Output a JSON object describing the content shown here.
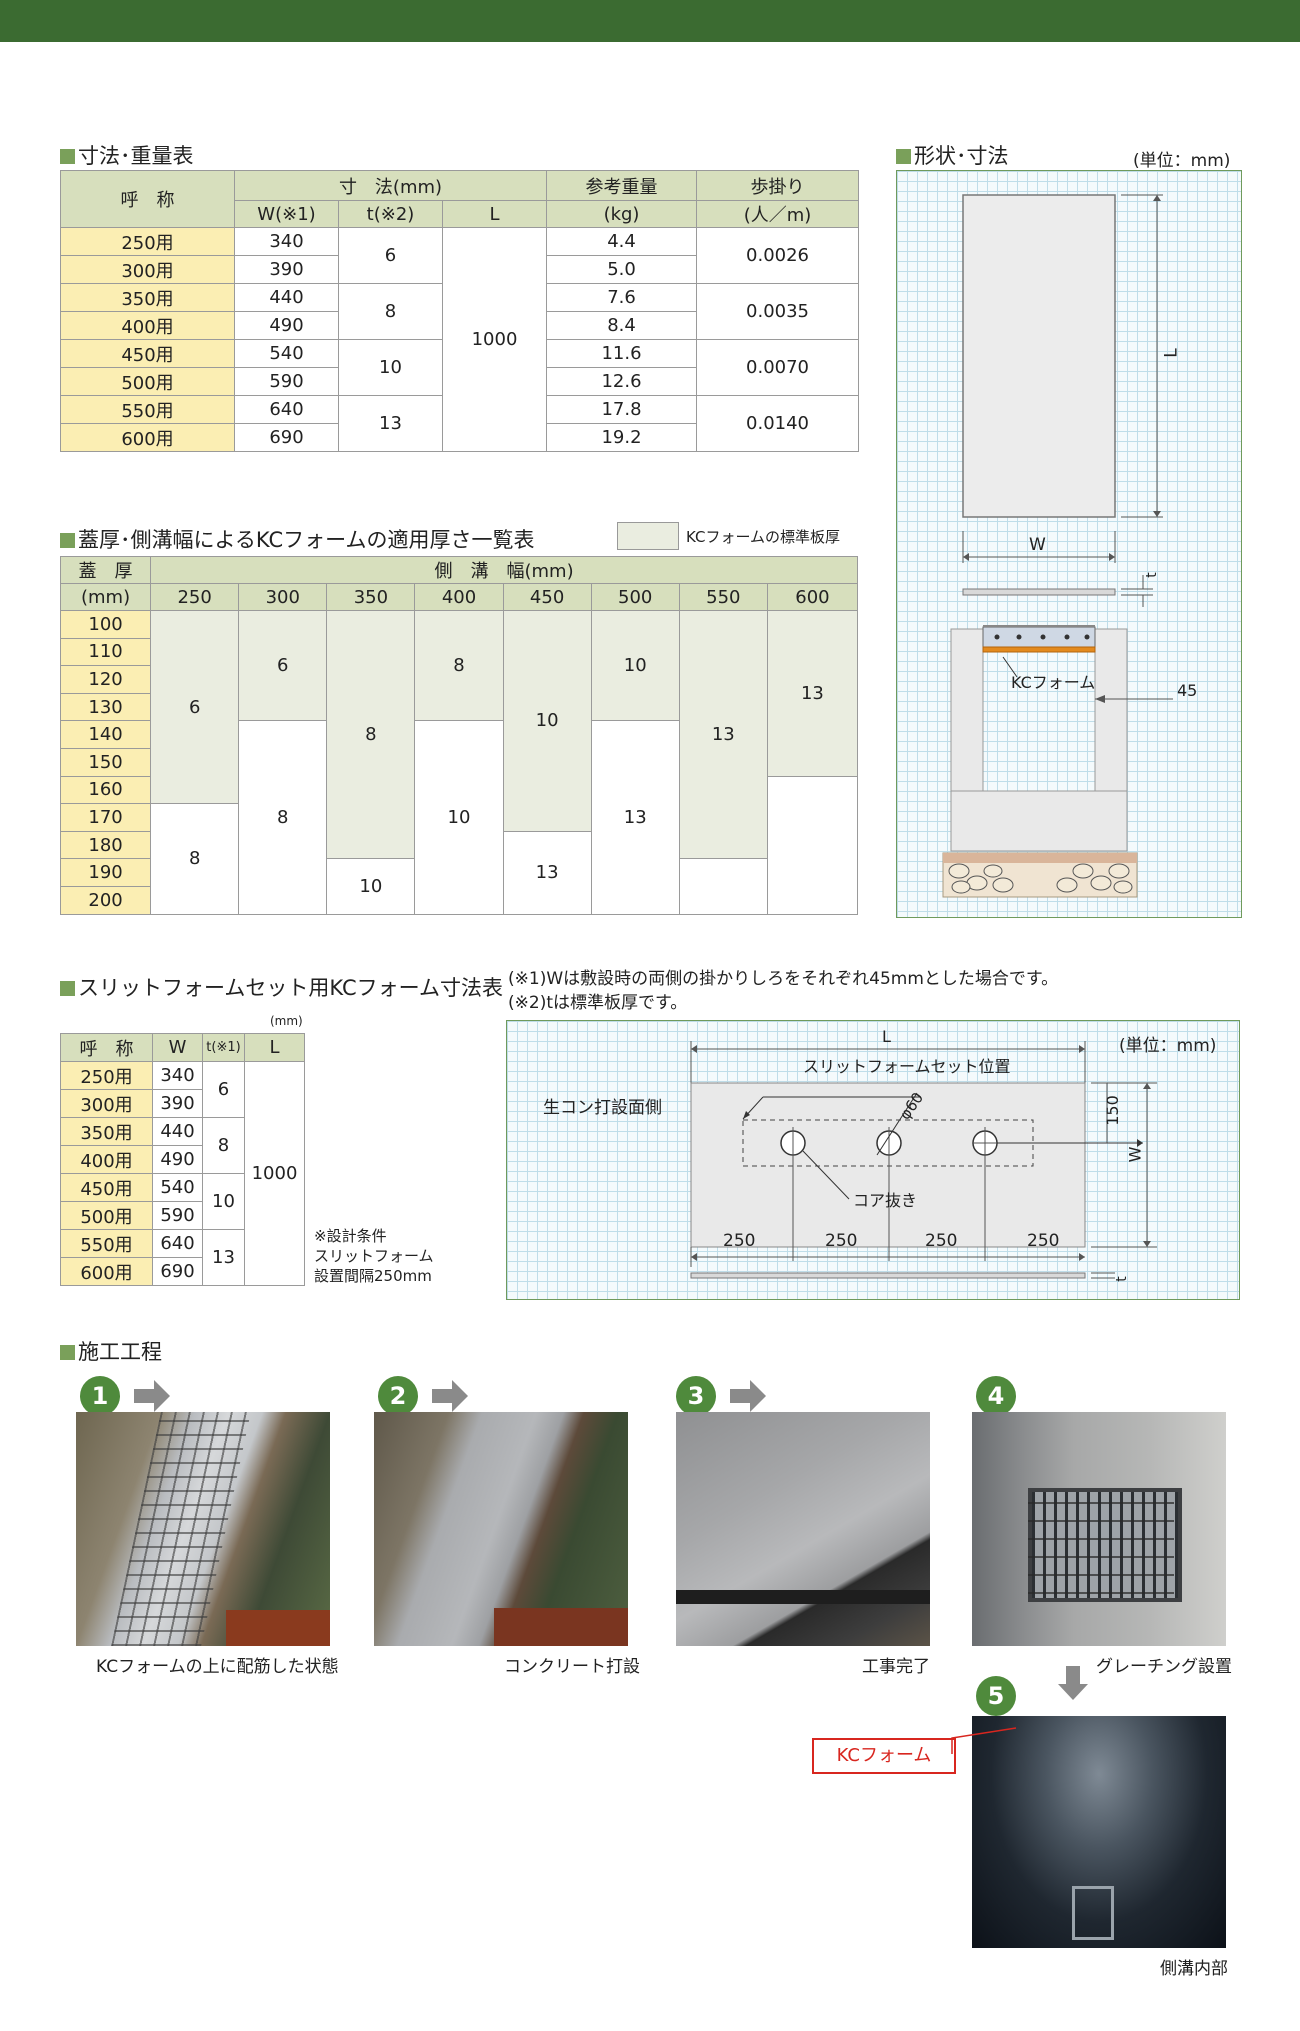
{
  "t1": {
    "title": "寸法･重量表",
    "h_name": "呼　称",
    "h_dim": "寸　法(mm)",
    "h_w": "W(※1)",
    "h_t": "t(※2)",
    "h_l": "L",
    "h_weight1": "参考重量",
    "h_weight2": "(kg)",
    "h_bu1": "歩掛り",
    "h_bu2": "(人／m)",
    "l_value": "1000",
    "rows": [
      {
        "name": "250用",
        "w": "340",
        "kg": "4.4"
      },
      {
        "name": "300用",
        "w": "390",
        "kg": "5.0"
      },
      {
        "name": "350用",
        "w": "440",
        "kg": "7.6"
      },
      {
        "name": "400用",
        "w": "490",
        "kg": "8.4"
      },
      {
        "name": "450用",
        "w": "540",
        "kg": "11.6"
      },
      {
        "name": "500用",
        "w": "590",
        "kg": "12.6"
      },
      {
        "name": "550用",
        "w": "640",
        "kg": "17.8"
      },
      {
        "name": "600用",
        "w": "690",
        "kg": "19.2"
      }
    ],
    "t_vals": [
      "6",
      "8",
      "10",
      "13"
    ],
    "bu_vals": [
      "0.0026",
      "0.0035",
      "0.0070",
      "0.0140"
    ]
  },
  "t2": {
    "title": "蓋厚･側溝幅によるKCフォームの適用厚さ一覧表",
    "legend": "KCフォームの標準板厚",
    "h_lid1": "蓋　厚",
    "h_lid2": "(mm)",
    "h_width": "側　溝　幅(mm)",
    "widths": [
      "250",
      "300",
      "350",
      "400",
      "450",
      "500",
      "550",
      "600"
    ],
    "lids": [
      "100",
      "110",
      "120",
      "130",
      "140",
      "150",
      "160",
      "170",
      "180",
      "190",
      "200"
    ],
    "cells": [
      [
        "6",
        "8"
      ],
      [
        "6",
        "8"
      ],
      [
        "8",
        "10"
      ],
      [
        "8",
        "10"
      ],
      [
        "10",
        "13"
      ],
      [
        "10",
        "13"
      ],
      [
        "13",
        ""
      ],
      [
        "13",
        ""
      ]
    ]
  },
  "shape": {
    "title": "形状･寸法",
    "unit": "(単位：mm)",
    "l_label": "L",
    "w_label": "W",
    "t_label": "t",
    "kc_label": "KCフォーム",
    "dim45": "45"
  },
  "notes": {
    "n1": "(※1)Wは敷設時の両側の掛かりしろをそれぞれ45mmとした場合です。",
    "n2": "(※2)tは標準板厚です。"
  },
  "t3": {
    "title": "スリットフォームセット用KCフォーム寸法表",
    "unit": "(mm)",
    "h_name": "呼　称",
    "h_w": "W",
    "h_t": "t(※1)",
    "h_l": "L",
    "l_value": "1000",
    "rows": [
      {
        "name": "250用",
        "w": "340"
      },
      {
        "name": "300用",
        "w": "390"
      },
      {
        "name": "350用",
        "w": "440"
      },
      {
        "name": "400用",
        "w": "490"
      },
      {
        "name": "450用",
        "w": "540"
      },
      {
        "name": "500用",
        "w": "590"
      },
      {
        "name": "550用",
        "w": "640"
      },
      {
        "name": "600用",
        "w": "690"
      }
    ],
    "t_vals": [
      "6",
      "8",
      "10",
      "13"
    ],
    "cond1": "※設計条件",
    "cond2": "スリットフォーム",
    "cond3": "設置間隔250mm"
  },
  "slit": {
    "unit": "(単位：mm)",
    "l_label": "L",
    "pos_label": "スリットフォームセット位置",
    "side_label": "生コン打設面側",
    "phi": "φ60",
    "core": "コア抜き",
    "d150": "150",
    "w_label": "W",
    "t_label": "t",
    "spacing": [
      "250",
      "250",
      "250",
      "250"
    ]
  },
  "proc": {
    "title": "施工工程",
    "steps": [
      {
        "num": "1",
        "caption": "KCフォームの上に配筋した状態"
      },
      {
        "num": "2",
        "caption": "コンクリート打設"
      },
      {
        "num": "3",
        "caption": "工事完了"
      },
      {
        "num": "4",
        "caption": "グレーチング設置"
      },
      {
        "num": "5",
        "caption": "側溝内部"
      }
    ],
    "kc_callout": "KCフォーム"
  },
  "colors": {
    "brand_green": "#3b6b31",
    "header_bg": "#d7dfbd",
    "name_bg": "#fbeeb3",
    "std_bg": "#eaede0",
    "callout_red": "#d8261f"
  }
}
